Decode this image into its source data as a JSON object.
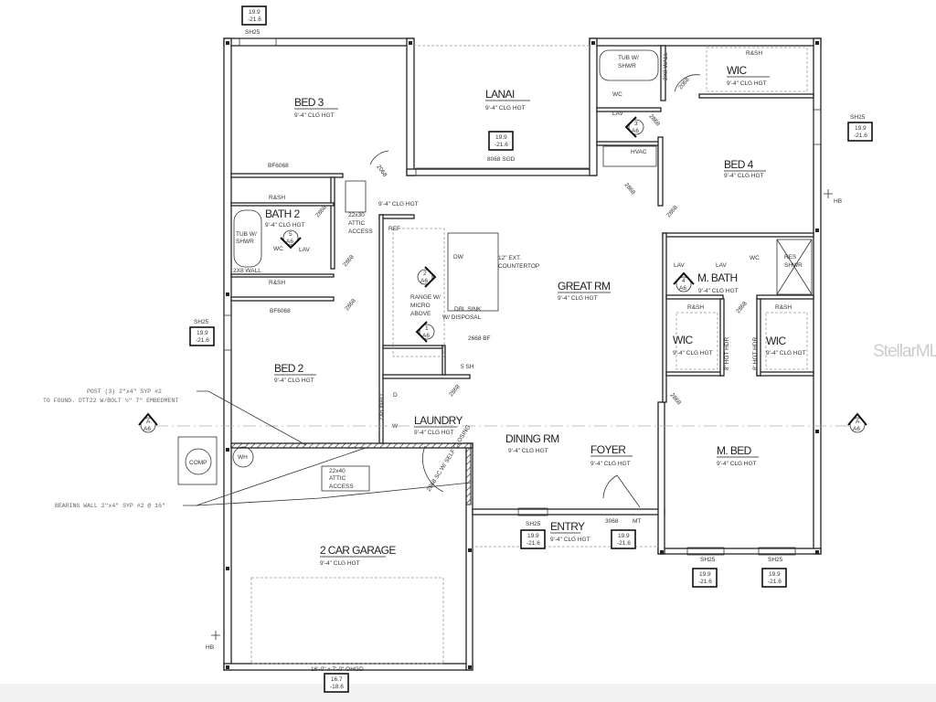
{
  "rooms": {
    "bed3": {
      "name": "BED 3",
      "clg": "9'-4\" CLG HGT"
    },
    "lanai": {
      "name": "LANAI",
      "clg": "9'-4\" CLG HGT"
    },
    "bath2": {
      "name": "BATH 2",
      "clg": "9'-4\" CLG HGT"
    },
    "great": {
      "name": "GREAT RM",
      "clg": "9'-4\" CLG HGT"
    },
    "bed2": {
      "name": "BED 2",
      "clg": "9'-4\" CLG HGT"
    },
    "laundry": {
      "name": "LAUNDRY",
      "clg": "9'-4\" CLG HGT"
    },
    "dining": {
      "name": "DINING RM",
      "clg": "9'-4\" CLG HGT"
    },
    "foyer": {
      "name": "FOYER",
      "clg": "9'-4\" CLG HGT"
    },
    "mbed": {
      "name": "M. BED",
      "clg": "9'-4\" CLG HGT"
    },
    "garage": {
      "name": "2 CAR GARAGE",
      "clg": "9'-4\" CLG HGT"
    },
    "entry": {
      "name": "ENTRY",
      "clg": "9'-4\" CLG HGT"
    },
    "bed4": {
      "name": "BED 4",
      "clg": "9'-4\" CLG HGT"
    },
    "wic1": {
      "name": "WIC",
      "clg": "9'-4\" CLG HGT"
    },
    "mbath": {
      "name": "M. BATH",
      "clg": "9'-4\" CLG HGT"
    },
    "wic2": {
      "name": "WIC",
      "clg": "9'-4\" CLG HGT"
    },
    "wic3": {
      "name": "WIC",
      "clg": "9'-4\" CLG HGT"
    },
    "hall": {
      "clg": "9'-4\" CLG HGT"
    }
  },
  "fixtures": {
    "bf1": "BF6068",
    "rsh1": "R&SH",
    "rsh2": "R&SH",
    "bf2": "BF6068",
    "tub1": [
      "TUB W/",
      "SHWR"
    ],
    "wc1": "WC",
    "lav1": "LAV",
    "wall2x8a": "2X8 WALL",
    "attic1": [
      "22x30",
      "ATTIC",
      "ACCESS"
    ],
    "ref": "REF",
    "dw": "DW",
    "counter": [
      "12\" EXT.",
      "COUNTERTOP"
    ],
    "range": [
      "RANGE W/",
      "MICRO",
      "ABOVE"
    ],
    "sink": [
      "DBL SINK",
      "W/ DISPOSAL"
    ],
    "bf3": "2668 BF",
    "sh5": "5 SH",
    "dryer": "D",
    "washer": "W",
    "wall2x6": "2X6 WALL",
    "comp": "COMP",
    "wh": "WH",
    "attic2": [
      "22x40",
      "ATTIC",
      "ACCESS"
    ],
    "garagedoor": "2868 SC W/ SELF CLOSING",
    "tub2": [
      "TUB W/",
      "SHWR"
    ],
    "wall2x8b": "2X8 WALL",
    "rsh3": "R&SH",
    "wc2": "WC",
    "lav2": "LAV",
    "hvac": "HVAC",
    "lav3": "LAV",
    "lav4": "LAV",
    "wc3": "WC",
    "resshwr": [
      "RES",
      "SHWR"
    ],
    "rsh4": "R&SH",
    "rsh5": "R&SH",
    "hdr1": "8' HGT HDR",
    "hdr2": "8' HGT HDR",
    "hb1": "HB",
    "hb2": "HB",
    "sgd": "8068 SGD",
    "frontdoor": [
      "3068",
      "MT"
    ],
    "ohgd": "16'-0\" x 7'-0\" OHGD"
  },
  "doors": [
    "2068",
    "2868",
    "2868",
    "2068",
    "2868",
    "2868",
    "2868",
    "2868",
    "2868",
    "2868",
    "2868"
  ],
  "window_tags": [
    {
      "code": "SH25",
      "top": "19.9",
      "bottom": "-21.6"
    },
    {
      "code": "SH25",
      "top": "19.9",
      "bottom": "-21.6"
    },
    {
      "code": "SH25",
      "top": "19.9",
      "bottom": "-21.6"
    },
    {
      "code": "SH25",
      "top": "19.9",
      "bottom": "-21.6"
    },
    {
      "code": "SH25",
      "top": "19.9",
      "bottom": "-21.6"
    },
    {
      "code": "SH25",
      "top": "19.9",
      "bottom": "-21.6"
    },
    {
      "code": "",
      "top": "19.9",
      "bottom": "-21.6"
    },
    {
      "code": "",
      "top": "19.9",
      "bottom": "-21.6"
    },
    {
      "code": "",
      "top": "16.7",
      "bottom": "-18.6"
    }
  ],
  "section_markers": [
    {
      "id": "A",
      "sheet": "A6"
    },
    {
      "id": "A",
      "sheet": "A6"
    },
    {
      "id": "1",
      "sheet": "A6"
    },
    {
      "id": "2",
      "sheet": "A6"
    },
    {
      "id": "3",
      "sheet": "A6"
    },
    {
      "id": "4",
      "sheet": "A6"
    },
    {
      "id": "5",
      "sheet": "A6"
    }
  ],
  "notes": {
    "post1": "POST (3) 2\"x4\" SYP #2",
    "post2": "TO FOUND. DTT22 W/BOLT ½\" 7\" EMBEDMENT",
    "bearing": "BEARING WALL 2\"x4\" SYP #2 @ 16\""
  },
  "watermark": "StellarMLS"
}
